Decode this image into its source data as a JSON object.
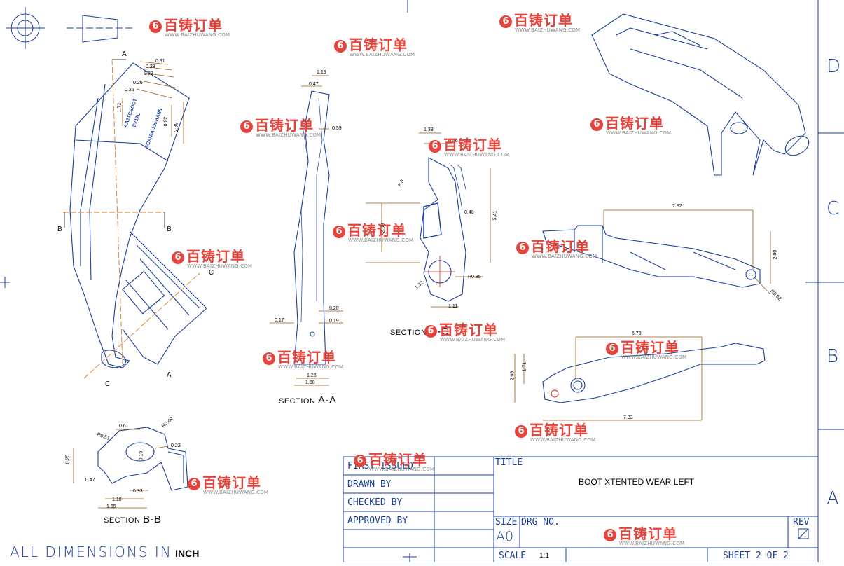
{
  "zones": [
    "D",
    "C",
    "B",
    "A"
  ],
  "views": {
    "front": {
      "cut_a": "A",
      "cut_b_left": "B",
      "cut_b_right": "B",
      "cut_c_top": "C",
      "cut_c_bottom": "C",
      "a_bottom": "A"
    },
    "section_aa": {
      "caption_prefix": "SECTION ",
      "caption_letters": "A-A"
    },
    "section_bb": {
      "caption_prefix": "SECTION ",
      "caption_letters": "B-B"
    },
    "section_cc": {
      "caption_prefix": "SECTION ",
      "caption_letters": "C-C"
    }
  },
  "dimensions": {
    "front": [
      "0.31",
      "0.28",
      "0.29",
      "0.26",
      "0.26",
      "1.72",
      "0.92",
      "2.89"
    ],
    "section_aa": [
      "1.13",
      "0.47",
      "0.59",
      "0.17",
      "0.20",
      "0.19",
      "1.28",
      "1.68"
    ],
    "section_cc": [
      "1.33",
      "0.46",
      "8.0",
      "5.41",
      "0.48",
      "R0.85",
      "1.32",
      "1.11",
      "2.69"
    ],
    "section_bb": [
      "0.61",
      "R0.49",
      "R0.51",
      "0.22",
      "0.25",
      "0.47",
      "1.18",
      "1.65",
      "0.93",
      "0.19"
    ],
    "side_view": [
      "7.82",
      "2.00",
      "R0.52"
    ],
    "bottom_view": [
      "6.73",
      "2.08",
      "1.71",
      "7.83"
    ]
  },
  "engraving": [
    "AA2TCBOOT",
    "8V12L",
    "SCANIA-XX-BAB8"
  ],
  "watermark": {
    "brand": "百铸订单",
    "url": "WWW.BAIZHUWANG.COM"
  },
  "title_block": {
    "first_issued": "FIRST ISSUED",
    "drawn_by": "DRAWN BY",
    "checked_by": "CHECKED BY",
    "approved_by": "APPROVED BY",
    "title_label": "TITLE",
    "title_value": "BOOT XTENTED WEAR LEFT",
    "size_label": "SIZE",
    "size_value": "A0",
    "drg_label": "DRG NO.",
    "rev_label": "REV",
    "scale_label": "SCALE",
    "scale_value": "1:1",
    "sheet": "SHEET  2 OF 2"
  },
  "units_note": {
    "prefix": "ALL DIMENSIONS IN",
    "unit": "INCH"
  },
  "colors": {
    "line": "#1b3f99",
    "dimension": "#9a5a12",
    "cut_line": "#d47b2a",
    "watermark": "#e8433a"
  }
}
